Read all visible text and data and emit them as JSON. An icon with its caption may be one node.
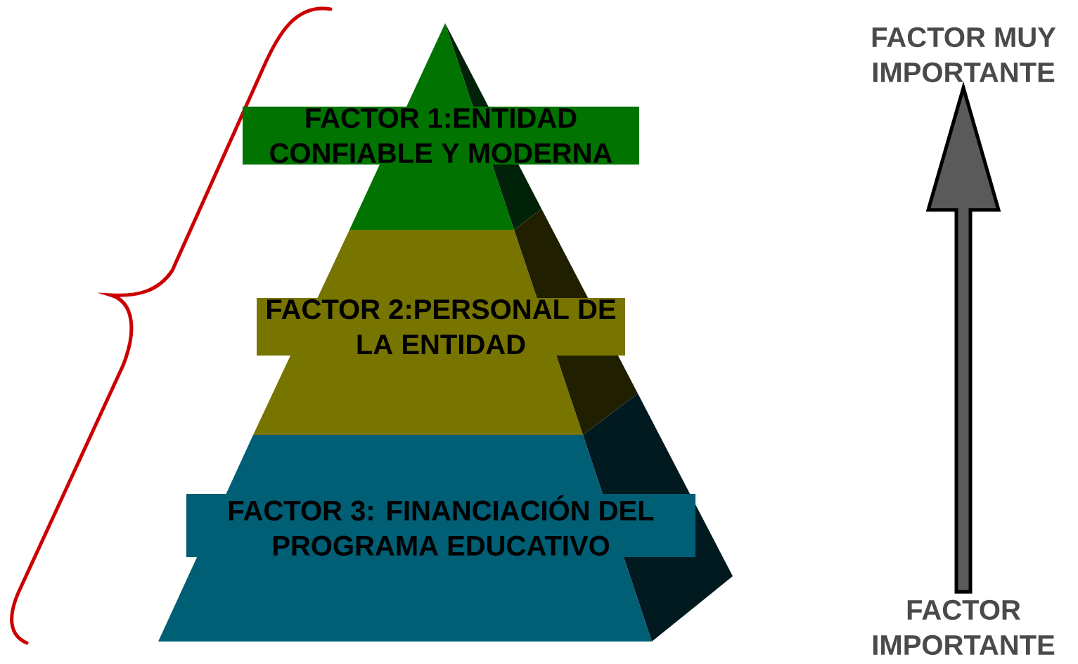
{
  "diagram": {
    "nodes": [
      {
        "text": [
          "FACTOR 1:ENTIDAD CONFIABLE Y MODERNA"
        ]
      },
      {
        "text": [
          "FACTOR 2:PERSONAL DE LA ENTIDAD"
        ]
      },
      {
        "text": [
          "FACTOR 3: FINANCIACIÓN DEL PROGRAMA EDUCATIVO"
        ]
      },
      {
        "text": [
          "FACTOR MUY IMPORTANTE"
        ]
      },
      {
        "text": [
          "FACTOR IMPORTANTE"
        ]
      }
    ],
    "edges": [
      {
        "from": 4,
        "to": 3,
        "arrow": "to"
      }
    ]
  }
}
